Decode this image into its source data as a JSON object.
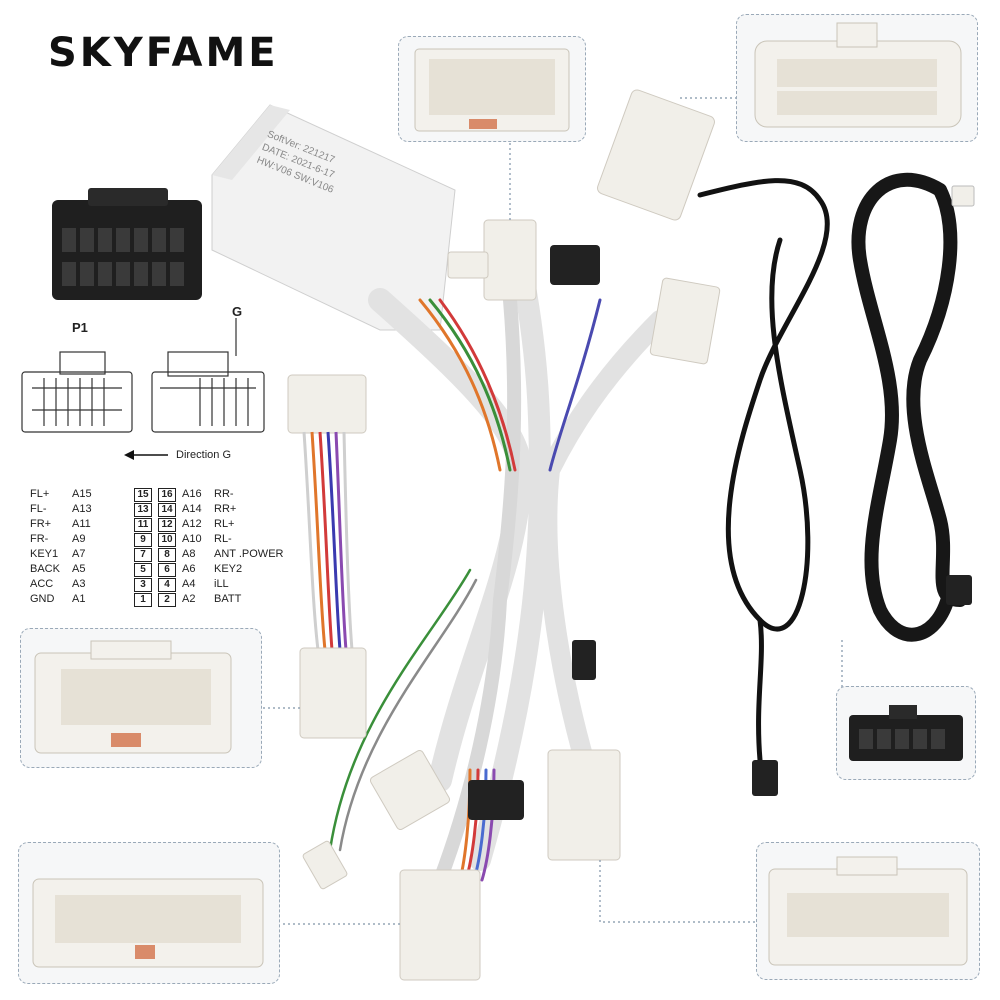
{
  "brand": {
    "logo": "SKYFAME"
  },
  "module_label": {
    "line1": "SoftVer: 221217",
    "line2": "DATE: 2021-6-17",
    "line3": "HW:V06    SW:V106"
  },
  "diagram": {
    "p1_label": "P1",
    "g_label": "G",
    "direction": "Direction G"
  },
  "pinout": {
    "left": [
      {
        "func": "FL+",
        "code": "A15",
        "pin": "15"
      },
      {
        "func": "FL-",
        "code": "A13",
        "pin": "13"
      },
      {
        "func": "FR+",
        "code": "A11",
        "pin": "11"
      },
      {
        "func": "FR-",
        "code": "A9",
        "pin": "9"
      },
      {
        "func": "KEY1",
        "code": "A7",
        "pin": "7"
      },
      {
        "func": "BACK",
        "code": "A5",
        "pin": "5"
      },
      {
        "func": "ACC",
        "code": "A3",
        "pin": "3"
      },
      {
        "func": "GND",
        "code": "A1",
        "pin": "1"
      }
    ],
    "right": [
      {
        "pin": "16",
        "code": "A16",
        "func": "RR-"
      },
      {
        "pin": "14",
        "code": "A14",
        "func": "RR+"
      },
      {
        "pin": "12",
        "code": "A12",
        "func": "RL+"
      },
      {
        "pin": "10",
        "code": "A10",
        "func": "RL-"
      },
      {
        "pin": "8",
        "code": "A8",
        "func": "ANT .POWER"
      },
      {
        "pin": "6",
        "code": "A6",
        "func": "KEY2"
      },
      {
        "pin": "4",
        "code": "A4",
        "func": "iLL"
      },
      {
        "pin": "2",
        "code": "A2",
        "func": "BATT"
      }
    ]
  },
  "colors": {
    "connector_white": "#f1efe9",
    "connector_black": "#1f1f1f",
    "wire_white": "#e4e4e4",
    "cable_black": "#121212",
    "callout_border": "#9aa9b8"
  }
}
